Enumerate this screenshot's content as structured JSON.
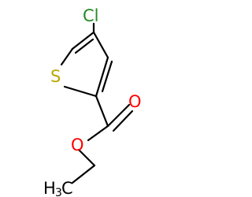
{
  "molecule": {
    "atoms": {
      "chlorine": {
        "symbol": "Cl",
        "color": "#228b22"
      },
      "sulfur": {
        "symbol": "S",
        "color": "#b8a800"
      },
      "carbonyl_oxygen": {
        "symbol": "O",
        "color": "#ff0000"
      },
      "ester_oxygen": {
        "symbol": "O",
        "color": "#ff0000"
      },
      "methyl": {
        "symbol": "H",
        "subscript": "3",
        "carbon": "C",
        "color": "#000000"
      }
    },
    "bond_color": "#000000"
  }
}
